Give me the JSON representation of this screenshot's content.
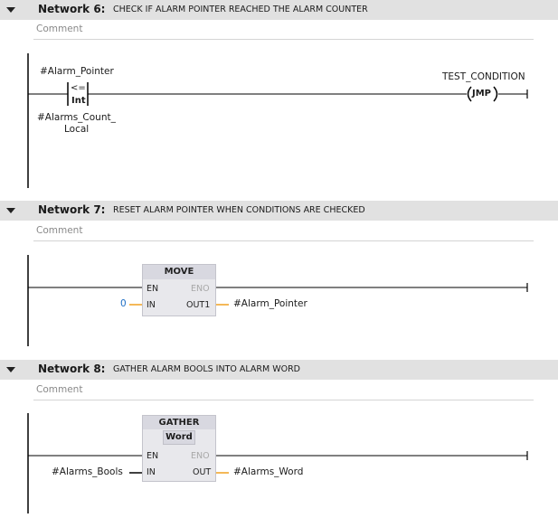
{
  "networks": [
    {
      "title": "Network 6:",
      "description": "CHECK IF ALARM POINTER REACHED THE ALARM COUNTER",
      "comment_placeholder": "Comment",
      "contact": {
        "top_operand": "#Alarm_Pointer",
        "op_symbol": "<=",
        "type": "Int",
        "bottom_operand_line1": "#Alarms_Count_",
        "bottom_operand_line2": "Local"
      },
      "coil": {
        "label": "TEST_CONDITION",
        "symbol": "JMP"
      }
    },
    {
      "title": "Network 7:",
      "description": "RESET ALARM POINTER WHEN CONDITIONS ARE CHECKED",
      "comment_placeholder": "Comment",
      "block": {
        "name": "MOVE",
        "pin_en": "EN",
        "pin_eno": "ENO",
        "pin_in": "IN",
        "pin_out": "OUT1",
        "in_value": "0",
        "out_value": "#Alarm_Pointer"
      }
    },
    {
      "title": "Network 8:",
      "description": "GATHER ALARM BOOLS INTO ALARM WORD",
      "comment_placeholder": "Comment",
      "block": {
        "name": "GATHER",
        "type": "Word",
        "pin_en": "EN",
        "pin_eno": "ENO",
        "pin_in": "IN",
        "pin_out": "OUT",
        "in_value": "#Alarms_Bools",
        "out_value": "#Alarms_Word"
      }
    }
  ],
  "colors": {
    "header_bg": "#e1e1e1",
    "wire": "#000000",
    "pin_wire": "#f0a020",
    "block_bg": "#e8e8ec"
  }
}
